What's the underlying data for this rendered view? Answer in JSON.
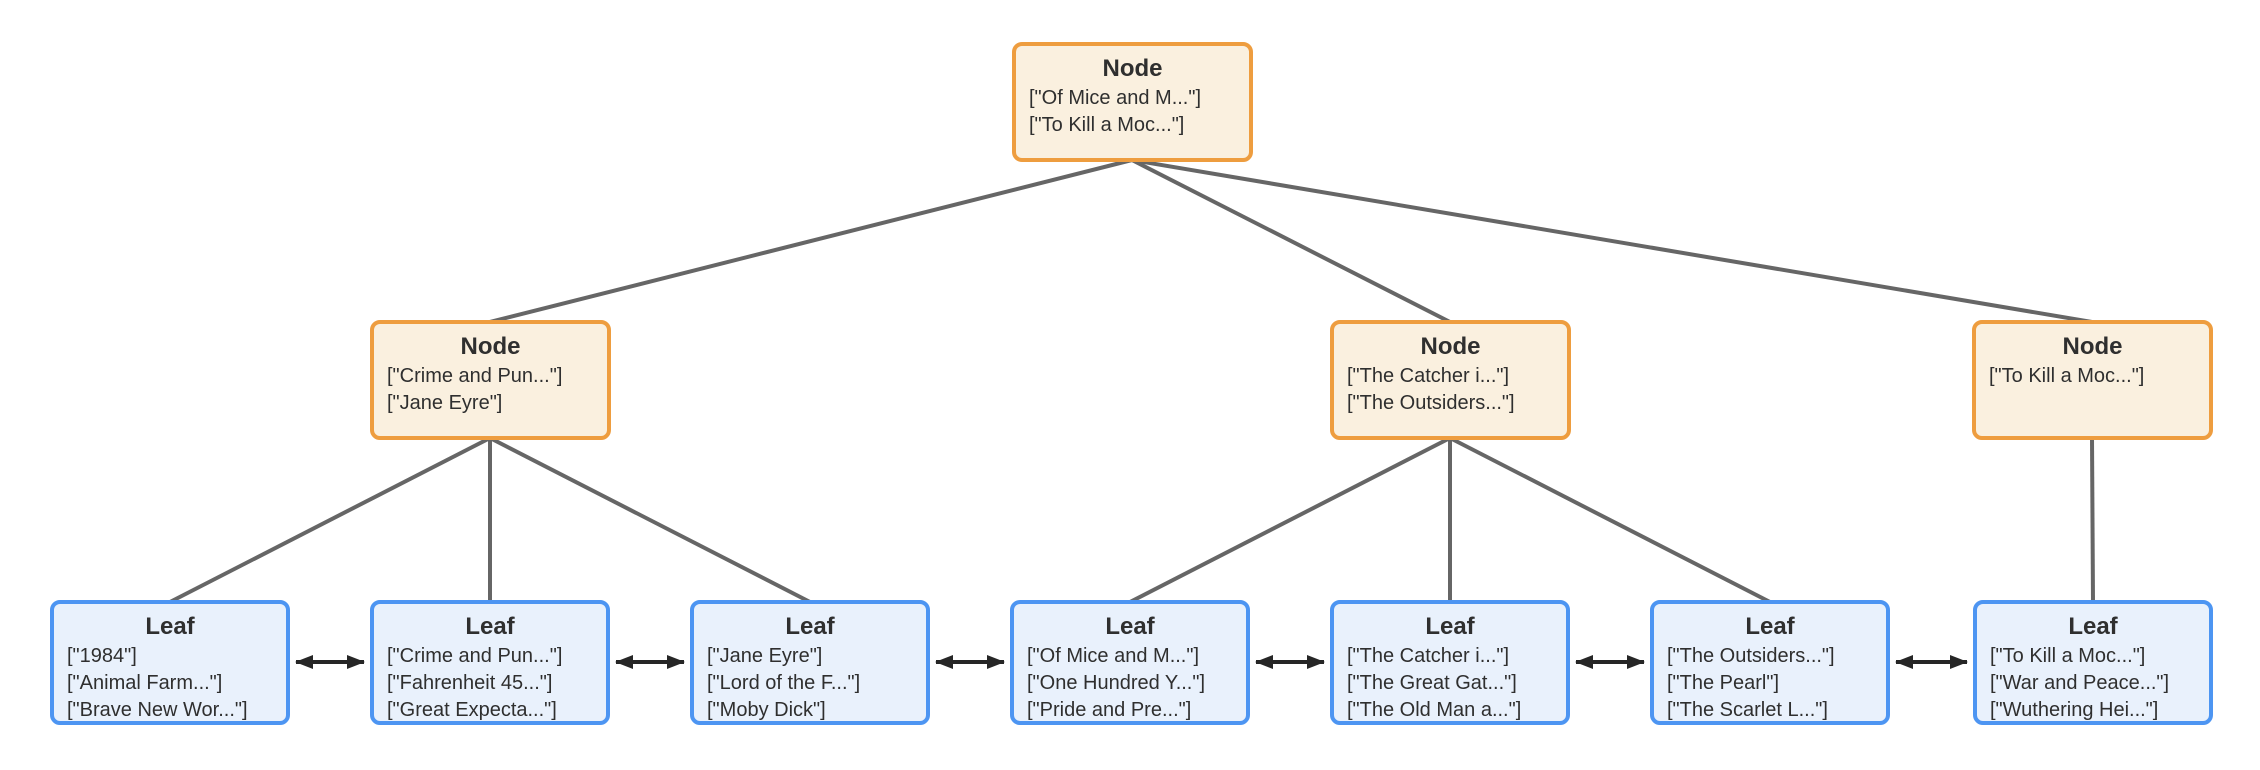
{
  "diagram": {
    "kind": "b-tree-of-book-titles",
    "root": {
      "title": "Node",
      "entries": [
        "[\"Of Mice and M...\"]",
        "[\"To Kill a Moc...\"]"
      ]
    },
    "internal_nodes": [
      {
        "title": "Node",
        "entries": [
          "[\"Crime and Pun...\"]",
          "[\"Jane Eyre\"]"
        ]
      },
      {
        "title": "Node",
        "entries": [
          "[\"The Catcher i...\"]",
          "[\"The Outsiders...\"]"
        ]
      },
      {
        "title": "Node",
        "entries": [
          "[\"To Kill a Moc...\"]"
        ]
      }
    ],
    "leaves": [
      {
        "title": "Leaf",
        "entries": [
          "[\"1984\"]",
          "[\"Animal Farm...\"]",
          "[\"Brave New Wor...\"]"
        ]
      },
      {
        "title": "Leaf",
        "entries": [
          "[\"Crime and Pun...\"]",
          "[\"Fahrenheit 45...\"]",
          "[\"Great Expecta...\"]"
        ]
      },
      {
        "title": "Leaf",
        "entries": [
          "[\"Jane Eyre\"]",
          "[\"Lord of the F...\"]",
          "[\"Moby Dick\"]"
        ]
      },
      {
        "title": "Leaf",
        "entries": [
          "[\"Of Mice and M...\"]",
          "[\"One Hundred Y...\"]",
          "[\"Pride and Pre...\"]"
        ]
      },
      {
        "title": "Leaf",
        "entries": [
          "[\"The Catcher i...\"]",
          "[\"The Great Gat...\"]",
          "[\"The Old Man a...\"]"
        ]
      },
      {
        "title": "Leaf",
        "entries": [
          "[\"The Outsiders...\"]",
          "[\"The Pearl\"]",
          "[\"The Scarlet L...\"]"
        ]
      },
      {
        "title": "Leaf",
        "entries": [
          "[\"To Kill a Moc...\"]",
          "[\"War and Peace...\"]",
          "[\"Wuthering Hei...\"]"
        ]
      }
    ],
    "colors": {
      "node_fill": "#faf0df",
      "node_border": "#ee9d3f",
      "leaf_fill": "#e9f1fc",
      "leaf_border": "#4d95f2",
      "edge": "#666666",
      "arrow": "#262626",
      "text": "#2f2f2f",
      "background": "#ffffff"
    }
  }
}
